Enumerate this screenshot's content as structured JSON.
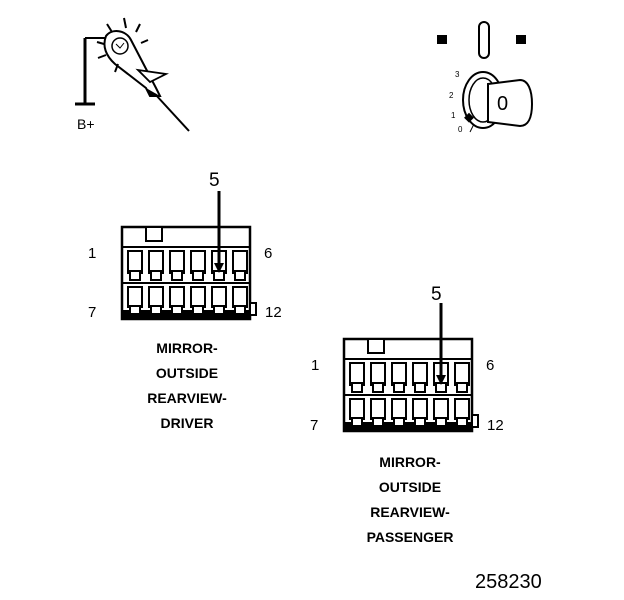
{
  "test_light": {
    "label": "B+"
  },
  "ignition_switch": {
    "positions": [
      "3",
      "2",
      "1",
      "0"
    ],
    "key_marking": "0"
  },
  "connectors": [
    {
      "pin_top_left": "1",
      "pin_top_right": "6",
      "pin_bottom_left": "7",
      "pin_bottom_right": "12",
      "callout_pin": "5",
      "caption": [
        "MIRROR-",
        "OUTSIDE",
        "REARVIEW-",
        "DRIVER"
      ]
    },
    {
      "pin_top_left": "1",
      "pin_top_right": "6",
      "pin_bottom_left": "7",
      "pin_bottom_right": "12",
      "callout_pin": "5",
      "caption": [
        "MIRROR-",
        "OUTSIDE",
        "REARVIEW-",
        "PASSENGER"
      ]
    }
  ],
  "figure_id": "258230"
}
